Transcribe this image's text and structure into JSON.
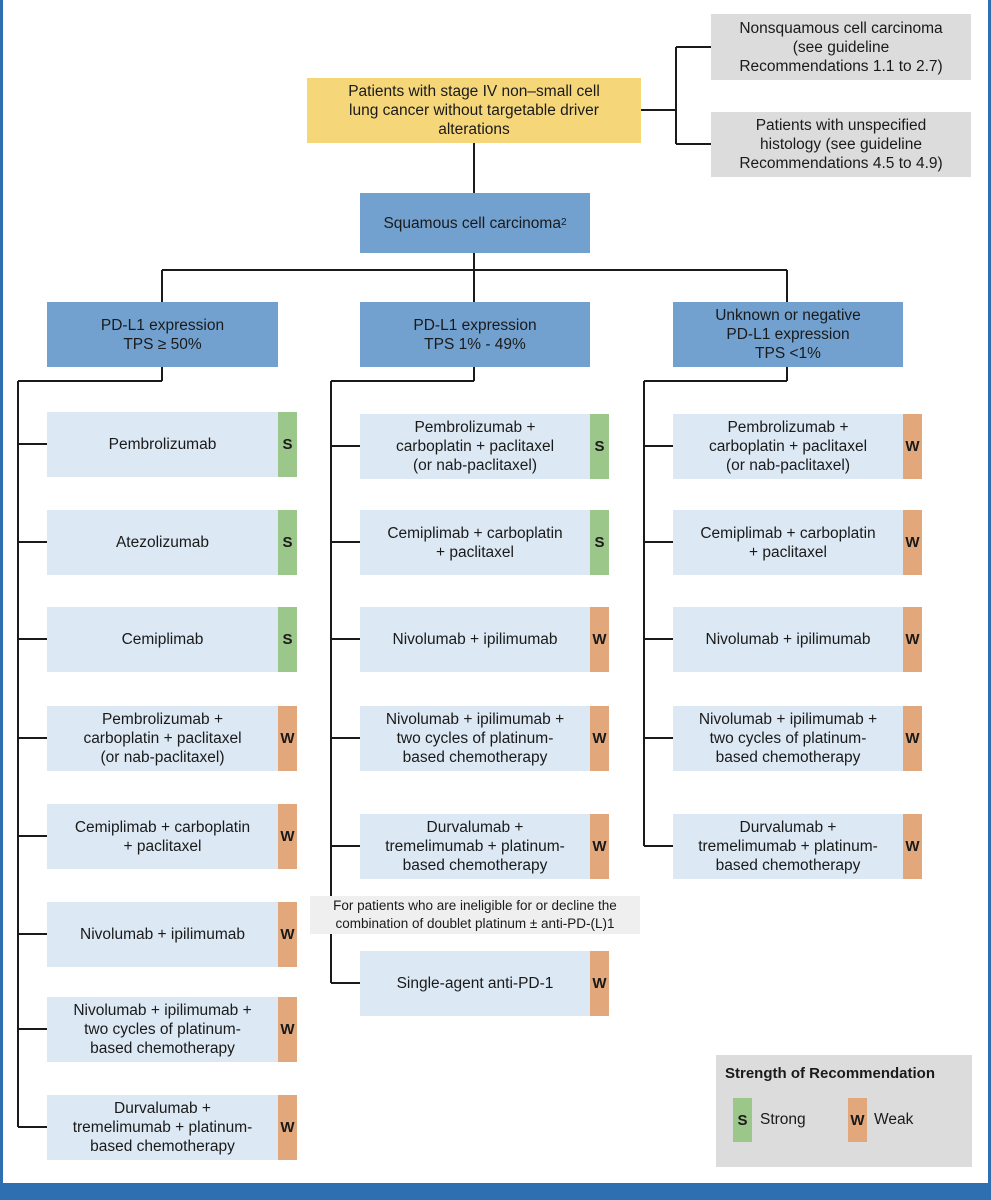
{
  "root": "Patients with stage IV non–small cell\nlung cancer without targetable driver\nalterations",
  "side": {
    "nonsquamous": "Nonsquamous cell carcinoma\n(see guideline\nRecommendations 1.1 to 2.7)",
    "unspecified": "Patients with unspecified\nhistology (see guideline\nRecommendations 4.5 to 4.9)"
  },
  "squamous": {
    "label": "Squamous cell carcinoma",
    "superscript": "2"
  },
  "branches": [
    {
      "label": "PD-L1 expression\nTPS ≥ 50%",
      "options": [
        {
          "text": "Pembrolizumab",
          "strength": "S"
        },
        {
          "text": "Atezolizumab",
          "strength": "S"
        },
        {
          "text": "Cemiplimab",
          "strength": "S"
        },
        {
          "text": "Pembrolizumab +\ncarboplatin + paclitaxel\n(or nab-paclitaxel)",
          "strength": "W"
        },
        {
          "text": "Cemiplimab + carboplatin\n+ paclitaxel",
          "strength": "W"
        },
        {
          "text": "Nivolumab + ipilimumab",
          "strength": "W"
        },
        {
          "text": "Nivolumab + ipilimumab +\ntwo cycles of platinum-\nbased chemotherapy",
          "strength": "W"
        },
        {
          "text": "Durvalumab +\ntremelimumab + platinum-\nbased chemotherapy",
          "strength": "W"
        }
      ]
    },
    {
      "label": "PD-L1 expression\nTPS 1% - 49%",
      "options": [
        {
          "text": "Pembrolizumab +\ncarboplatin + paclitaxel\n(or nab-paclitaxel)",
          "strength": "S"
        },
        {
          "text": "Cemiplimab + carboplatin\n+ paclitaxel",
          "strength": "S"
        },
        {
          "text": "Nivolumab + ipilimumab",
          "strength": "W"
        },
        {
          "text": "Nivolumab + ipilimumab +\ntwo cycles of platinum-\nbased chemotherapy",
          "strength": "W"
        },
        {
          "text": "Durvalumab +\ntremelimumab + platinum-\nbased chemotherapy",
          "strength": "W"
        }
      ],
      "note": "For patients who are ineligible for or decline the\ncombination of doublet platinum ± anti-PD-(L)1",
      "after_note": {
        "text": "Single-agent anti-PD-1",
        "strength": "W"
      }
    },
    {
      "label": "Unknown or negative\nPD-L1 expression\nTPS <1%",
      "options": [
        {
          "text": "Pembrolizumab +\ncarboplatin + paclitaxel\n(or nab-paclitaxel)",
          "strength": "W"
        },
        {
          "text": "Cemiplimab + carboplatin\n+ paclitaxel",
          "strength": "W"
        },
        {
          "text": "Nivolumab + ipilimumab",
          "strength": "W"
        },
        {
          "text": "Nivolumab + ipilimumab +\ntwo cycles of platinum-\nbased chemotherapy",
          "strength": "W"
        },
        {
          "text": "Durvalumab +\ntremelimumab + platinum-\nbased chemotherapy",
          "strength": "W"
        }
      ]
    }
  ],
  "legend": {
    "title": "Strength of Recommendation",
    "strong_badge": "S",
    "strong_label": "Strong",
    "weak_badge": "W",
    "weak_label": "Weak"
  },
  "colors": {
    "root": "#f5d77a",
    "category": "#72a1cf",
    "side": "#dcdcdc",
    "option": "#dce8f4",
    "strong": "#9cc78a",
    "weak": "#e3a77c",
    "frame": "#2d6fb0"
  }
}
